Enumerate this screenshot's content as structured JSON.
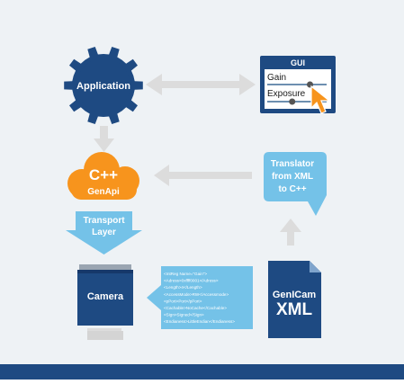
{
  "nodes": {
    "application": {
      "label": "Application"
    },
    "gui": {
      "title": "GUI",
      "sliders": [
        {
          "label": "Gain",
          "level": 0.72
        },
        {
          "label": "Exposure",
          "level": 0.42
        }
      ]
    },
    "genapi": {
      "title": "C++",
      "subtitle": "GenApi"
    },
    "transport": {
      "line1": "Transport",
      "line2": "Layer"
    },
    "translator": {
      "line1": "Translator",
      "line2": "from XML",
      "line3": "to C++"
    },
    "camera": {
      "label": "Camera"
    },
    "xml_snippet": {
      "lines": [
        "<IntReg Name=\"Gain\">",
        "<Adress>0xffff0001</Adress>",
        "<Length>4</Length>",
        "<AccessMode>RW</Accessmode>",
        "<pPort>Port</pPort>",
        "<Cachable>NoCache</Cachable>",
        "<Sign>Signed</Sign>",
        "<Endianess>LittleEndian</Endianess>"
      ]
    },
    "genicam_file": {
      "line1": "GenICam",
      "line2": "XML"
    }
  },
  "colors": {
    "navy": "#1e4a82",
    "light_blue": "#74c2e8",
    "orange": "#f7941d",
    "arrow_gray": "#dcdcdc",
    "panel_bg": "#eef2f5",
    "bottom_bar": "#1e4a82"
  }
}
